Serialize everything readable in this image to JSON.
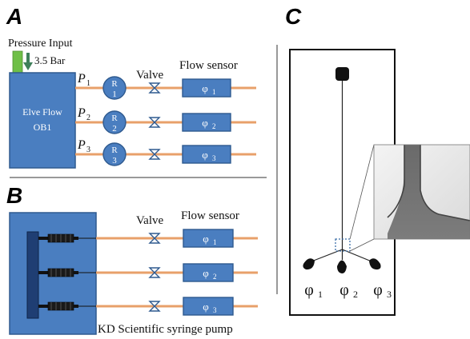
{
  "colors": {
    "box_blue": "#4a7ec0",
    "box_border": "#2f5a8f",
    "tube_orange": "#e8a06a",
    "pump_blue": "#1f3e73",
    "green_input": "#6fbf47",
    "arrow_green": "#3f7f5a",
    "line_black": "#1a1a1a",
    "dash_blue": "#3b6ea8"
  },
  "panel_a": {
    "letter": "A",
    "pressure_input": "Pressure Input",
    "pressure_value": "3.5 Bar",
    "controller_line1": "Elve Flow",
    "controller_line2": "OB1",
    "valve_label": "Valve",
    "flow_sensor_label": "Flow sensor",
    "channels": [
      {
        "p_label": "P",
        "p_sub": "1",
        "r_top": "R",
        "r_bottom": "1",
        "phi": "φ",
        "phi_sub": "1"
      },
      {
        "p_label": "P",
        "p_sub": "2",
        "r_top": "R",
        "r_bottom": "2",
        "phi": "φ",
        "phi_sub": "2"
      },
      {
        "p_label": "P",
        "p_sub": "3",
        "r_top": "R",
        "r_bottom": "3",
        "phi": "φ",
        "phi_sub": "3"
      }
    ]
  },
  "panel_b": {
    "letter": "B",
    "valve_label": "Valve",
    "flow_sensor_label": "Flow sensor",
    "pump_label": "KD Scientific syringe pump",
    "channels": [
      {
        "phi": "φ",
        "phi_sub": "1"
      },
      {
        "phi": "φ",
        "phi_sub": "2"
      },
      {
        "phi": "φ",
        "phi_sub": "3"
      }
    ]
  },
  "panel_c": {
    "letter": "C",
    "outlets": [
      {
        "phi": "φ",
        "phi_sub": "1"
      },
      {
        "phi": "φ",
        "phi_sub": "2"
      },
      {
        "phi": "φ",
        "phi_sub": "3"
      }
    ]
  }
}
